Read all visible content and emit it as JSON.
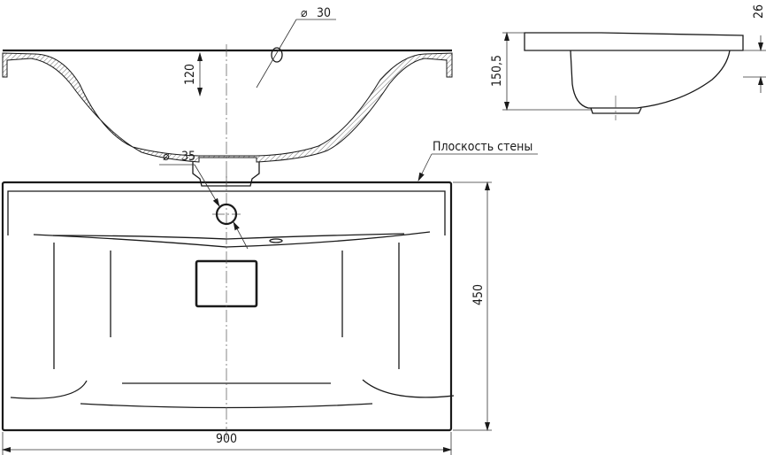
{
  "drawing": {
    "top_section": {
      "hole_diameter_label": "30",
      "depth_label": "120"
    },
    "side_view": {
      "height_label": "150,5",
      "rim_label": "26"
    },
    "plan_view": {
      "hole_diameter_label": "35",
      "wall_plane_label": "Плоскость стены",
      "depth_label": "450",
      "width_label": "900"
    },
    "diameter_symbol": "⌀"
  }
}
